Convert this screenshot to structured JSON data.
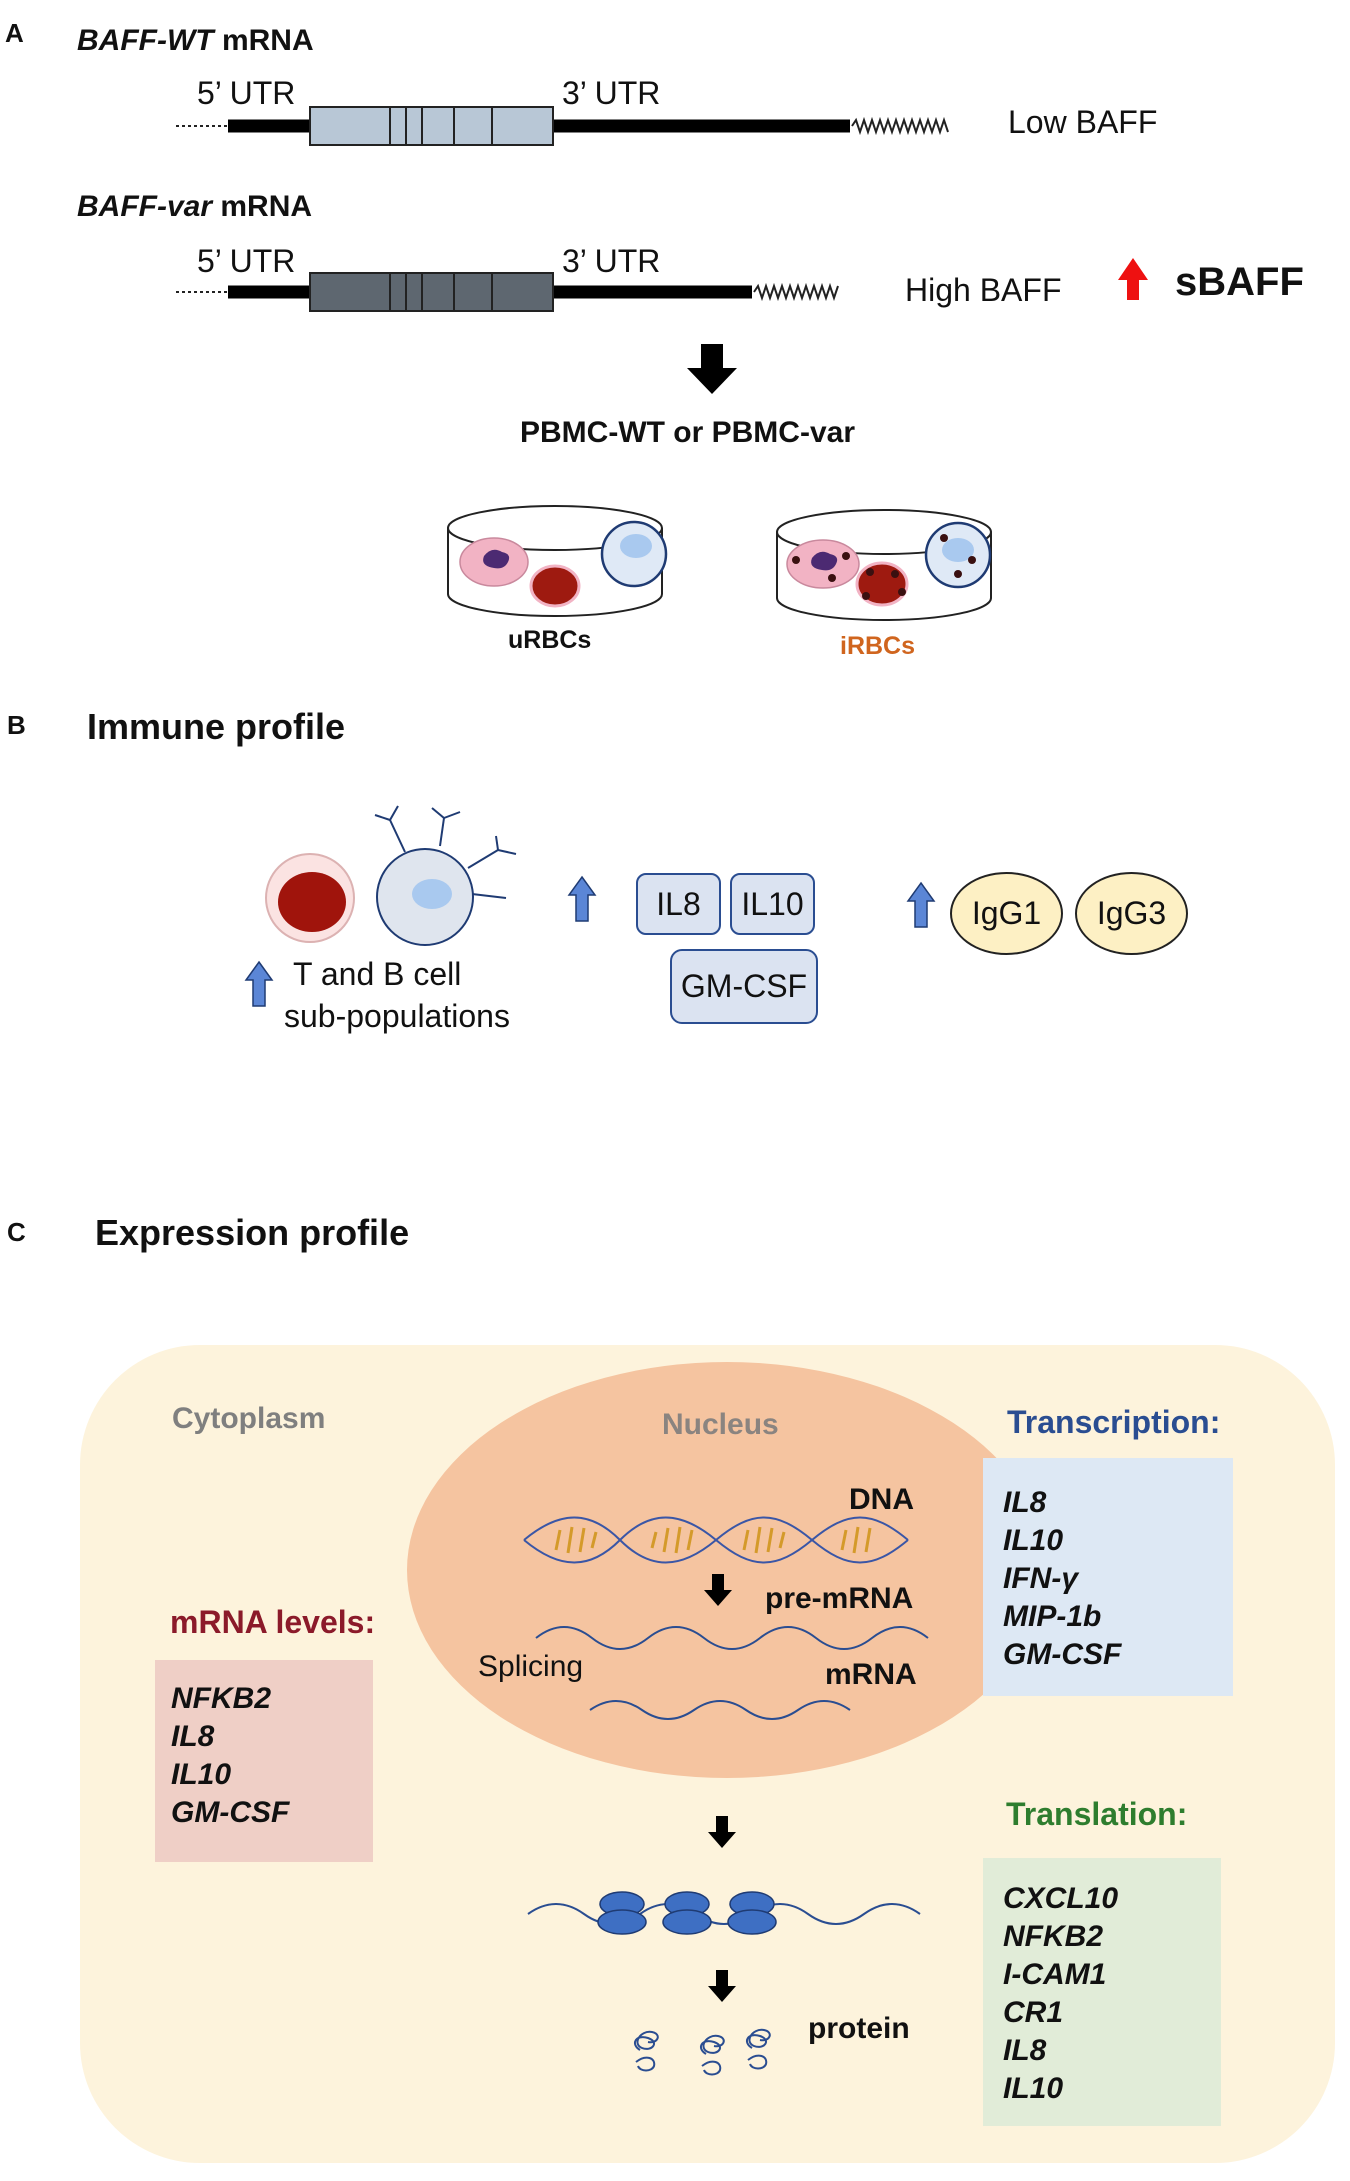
{
  "panel_a": {
    "letter": "A",
    "wt_title_gene": "BAFF-WT",
    "wt_title_suffix": " mRNA",
    "wt_utr5": "5’ UTR",
    "wt_utr3": "3’ UTR",
    "wt_level": "Low BAFF",
    "var_title_gene": "BAFF-var",
    "var_title_suffix": " mRNA",
    "var_utr5": "5’ UTR",
    "var_utr3": "3’ UTR",
    "var_level": "High BAFF",
    "sbaff": "sBAFF",
    "pbmc": "PBMC-WT or PBMC-var",
    "urbc": "uRBCs",
    "irbc": "iRBCs"
  },
  "panel_b": {
    "letter": "B",
    "title": "Immune profile",
    "cells_line1": "T and B cell",
    "cells_line2": "sub-populations",
    "il8": "IL8",
    "il10": "IL10",
    "gmcsf": "GM-CSF",
    "igg1": "IgG1",
    "igg3": "IgG3"
  },
  "panel_c": {
    "letter": "C",
    "title": "Expression profile",
    "cytoplasm": "Cytoplasm",
    "nucleus": "Nucleus",
    "dna": "DNA",
    "premrna": "pre-mRNA",
    "splicing": "Splicing",
    "mrna": "mRNA",
    "protein": "protein",
    "mrna_levels_title": "mRNA levels:",
    "mrna_levels": [
      "NFKB2",
      "IL8",
      "IL10",
      "GM-CSF"
    ],
    "transcription_title": "Transcription:",
    "transcription": [
      "IL8",
      "IL10",
      "IFN-γ",
      "MIP-1b",
      "GM-CSF"
    ],
    "translation_title": "Translation:",
    "translation": [
      "CXCL10",
      "NFKB2",
      "I-CAM1",
      "CR1",
      "IL8",
      "IL10"
    ]
  },
  "colors": {
    "exon_wt": "#b8c7d6",
    "exon_var": "#5e6770",
    "red_arrow": "#ee1111",
    "blue_arrow": "#5b86d6",
    "cytokine_box": "#dbe3f1",
    "igg_fill": "#fdf0c4",
    "cell_bg": "#fdf3dc",
    "nucleus_fill": "#f5c4a0",
    "mrna_box": "#efcfc6",
    "transcription_box": "#dde8f4",
    "translation_box": "#e1ecd8",
    "mrna_title": "#8b1a2a",
    "transcription_title": "#2a4d91",
    "translation_title": "#2e7d2e",
    "irbc_label": "#d0651e",
    "ribosome": "#3e6fc3"
  }
}
